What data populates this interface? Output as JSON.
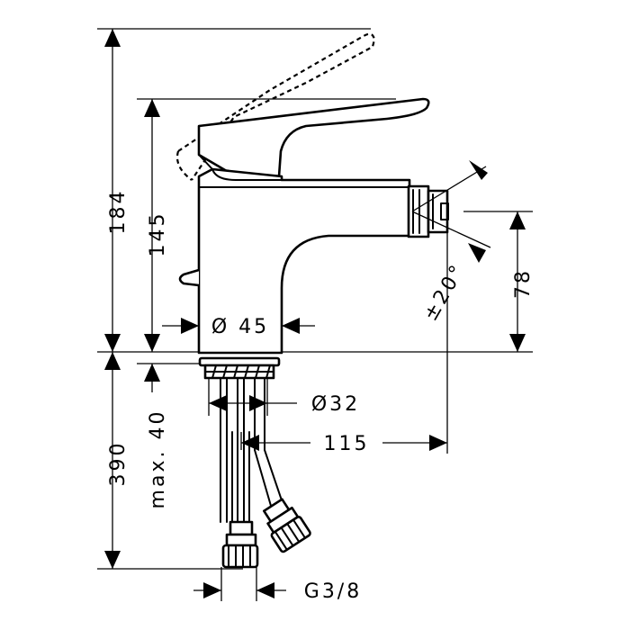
{
  "dimensions": {
    "total_height": "184",
    "spout_height": "145",
    "spout_outlet_height": "78",
    "body_diameter": "Ø 45",
    "outlet_angle": "±20°",
    "hole_diameter": "Ø32",
    "projection": "115",
    "below_deck": "390",
    "max_deck_thickness": "max. 40",
    "connection_thread": "G3/8"
  }
}
